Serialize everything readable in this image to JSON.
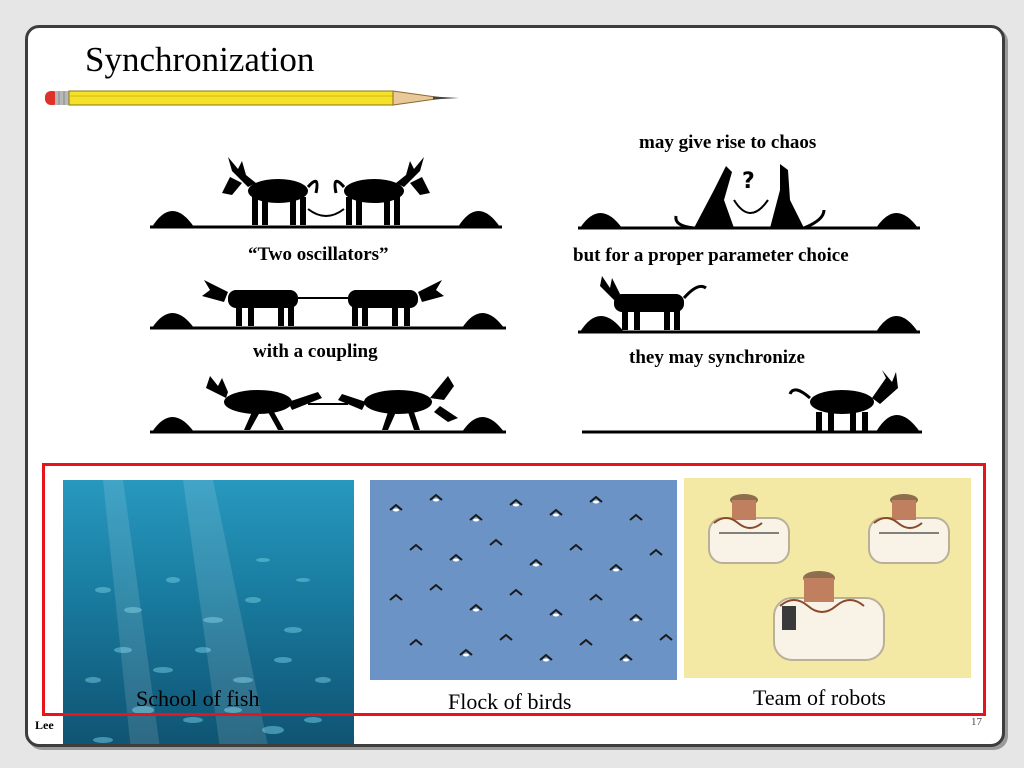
{
  "slide": {
    "title": "Synchronization",
    "footer_left": "Lee",
    "footer_right": "17"
  },
  "cartoons": {
    "left_captions": [
      "“Two oscillators”",
      "with a coupling"
    ],
    "right_captions": [
      "may give rise to chaos",
      "but for a proper parameter choice",
      "they may synchronize"
    ],
    "question_mark": "?"
  },
  "examples": [
    {
      "label": "School of fish"
    },
    {
      "label": "Flock of birds"
    },
    {
      "label": "Team of robots"
    }
  ],
  "colors": {
    "pencil_body": "#f5e02a",
    "pencil_eraser": "#e0302a",
    "highlight_box": "#e8141c",
    "fish_water": "#1a7fa3",
    "birds_sky": "#6b93c6",
    "robots_bg": "#f3e9a4"
  }
}
